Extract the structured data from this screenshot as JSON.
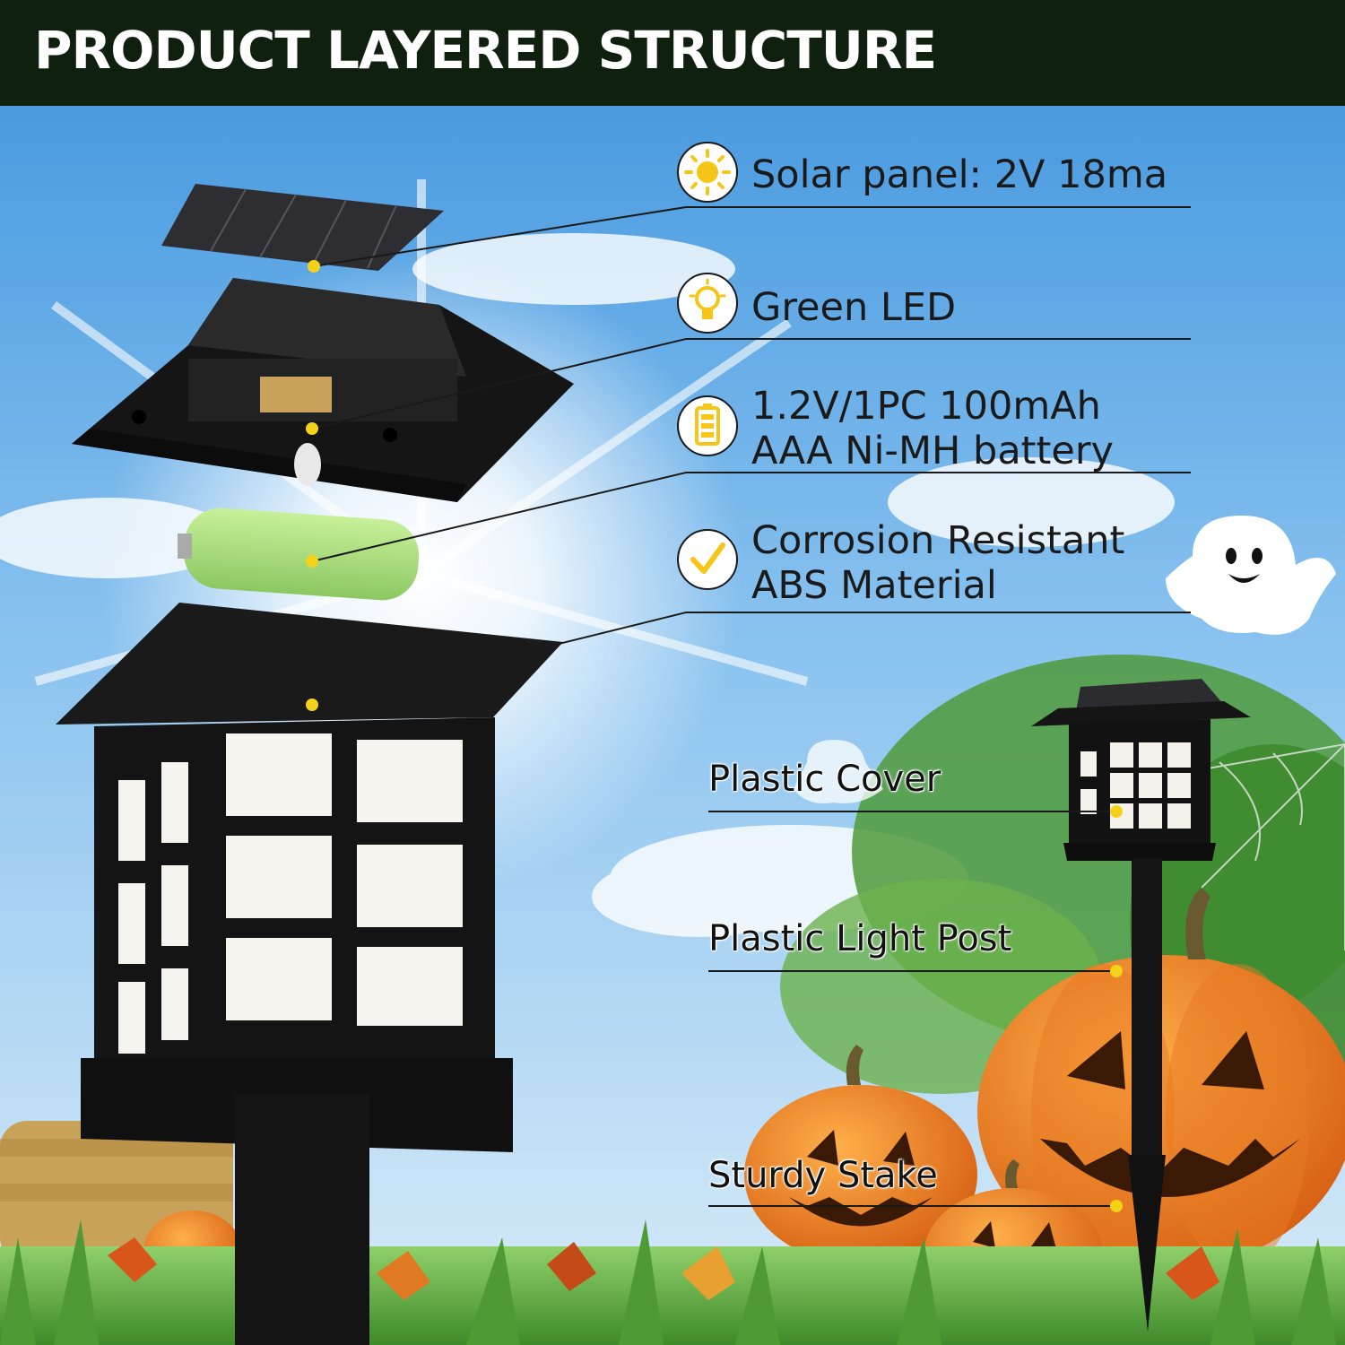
{
  "banner": {
    "title": "PRODUCT LAYERED STRUCTURE"
  },
  "specs": [
    {
      "label": "Solar panel: 2V 18ma",
      "icon": "sun-icon"
    },
    {
      "label": "Green LED",
      "icon": "bulb-icon"
    },
    {
      "line1": "1.2V/1PC 100mAh",
      "line2": "AAA Ni-MH battery",
      "icon": "battery-icon"
    },
    {
      "line1": "Corrosion Resistant",
      "line2": "ABS Material",
      "icon": "checkmark-icon"
    }
  ],
  "callouts": [
    {
      "label": "Plastic Cover"
    },
    {
      "label": "Plastic Light Post"
    },
    {
      "label": "Sturdy Stake"
    }
  ],
  "colors": {
    "banner": "#10200f",
    "accent_yellow": "#f5d21a",
    "lamp_black": "#141414",
    "pumpkin": "#e0741f",
    "battery_green": "#a8e07a"
  }
}
